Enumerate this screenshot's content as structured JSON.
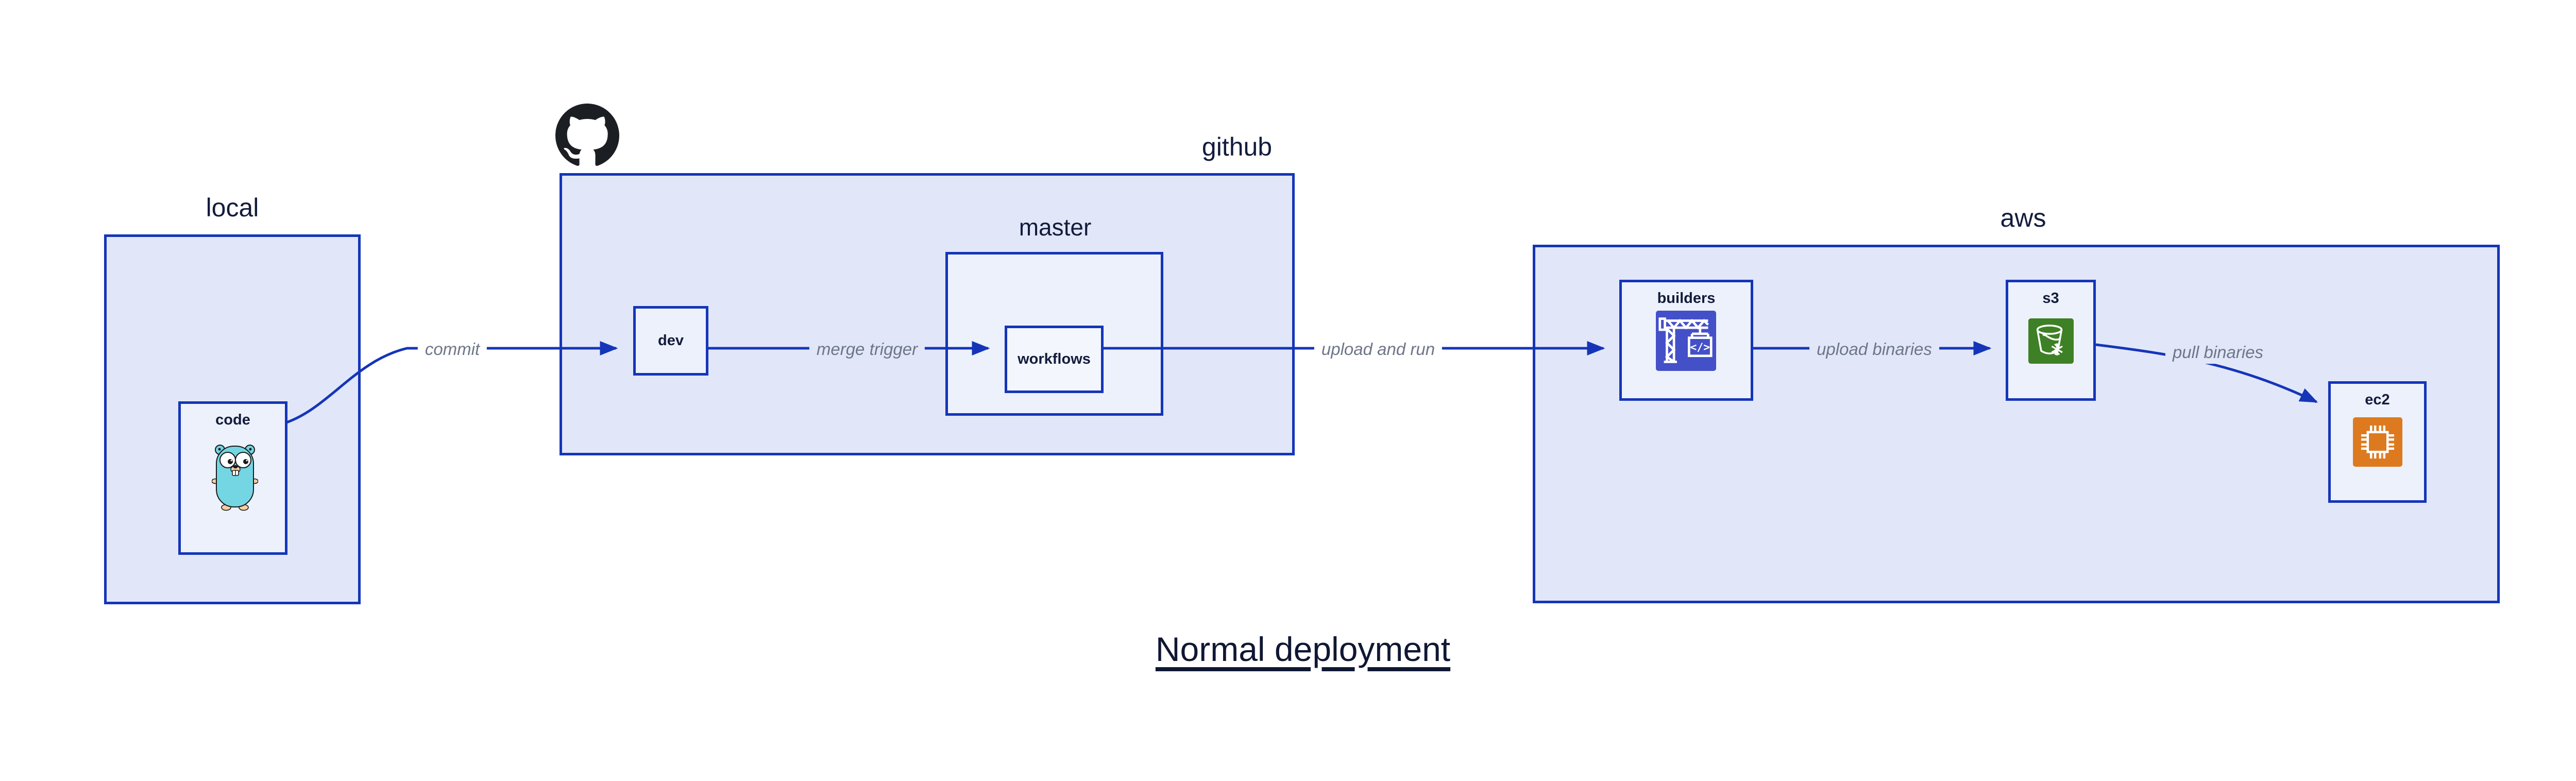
{
  "title": "Normal deployment",
  "colors": {
    "stroke": "#1535b8",
    "outer_fill": "#e1e7f9",
    "mid_fill": "#edf1fb",
    "inner_fill": "#f3f6fd",
    "label": "#131c3c",
    "edge_label": "#6e7689",
    "builders_icon_bg": "#4450c8",
    "s3_icon_bg": "#3e8025",
    "ec2_icon_bg": "#dd7a1f",
    "github_logo": "#1b1f23",
    "gopher_body": "#74d6e3",
    "title_color": "#0f1733"
  },
  "groups": {
    "local": {
      "label": "local"
    },
    "github": {
      "label": "github"
    },
    "master": {
      "label": "master"
    },
    "aws": {
      "label": "aws"
    }
  },
  "nodes": {
    "code": {
      "label": "code",
      "icon": "go-gopher-icon"
    },
    "dev": {
      "label": "dev"
    },
    "workflows": {
      "label": "workflows"
    },
    "builders": {
      "label": "builders",
      "icon": "codebuild-crane-icon",
      "icon_glyph": "</>"
    },
    "s3": {
      "label": "s3",
      "icon": "s3-bucket-snowflake-icon"
    },
    "ec2": {
      "label": "ec2",
      "icon": "ec2-chip-icon"
    }
  },
  "edges": {
    "commit": {
      "label": "commit"
    },
    "merge_trigger": {
      "label": "merge trigger"
    },
    "upload_and_run": {
      "label": "upload and run"
    },
    "upload_binaries": {
      "label": "upload binaries"
    },
    "pull_binaries": {
      "label": "pull binaries"
    }
  }
}
